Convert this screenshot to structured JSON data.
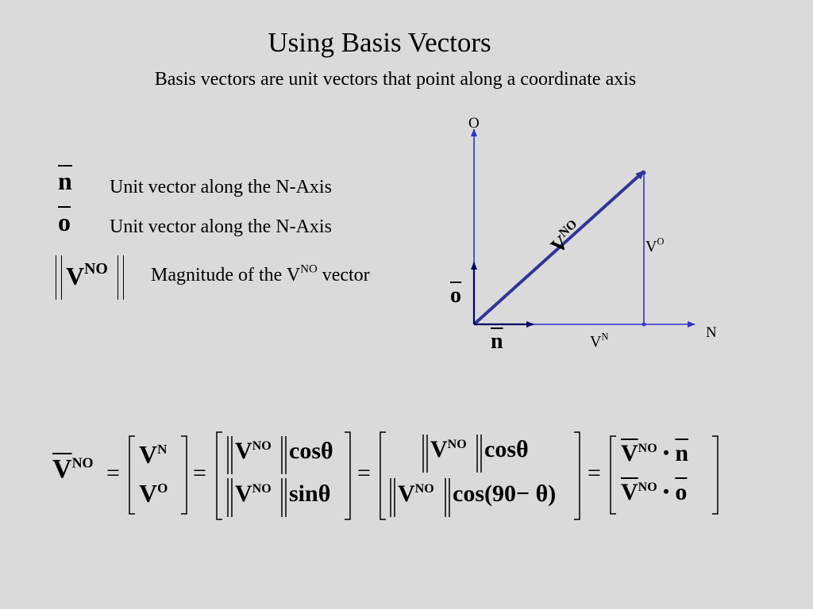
{
  "slide": {
    "title": "Using Basis Vectors",
    "subtitle": "Basis vectors are unit vectors that point along a coordinate axis"
  },
  "legend": {
    "n_symbol": "n",
    "n_desc": "Unit vector along the N-Axis",
    "o_symbol": "o",
    "o_desc": "Unit vector along the N-Axis",
    "mag_symbol": "V",
    "mag_sup": "NO",
    "mag_desc_prefix": "Magnitude of the V",
    "mag_desc_sup": "NO",
    "mag_desc_suffix": " vector"
  },
  "diagram": {
    "o_axis_label": "O",
    "n_axis_label": "N",
    "vector_label": "V",
    "vector_sup": "NO",
    "vo_label": "V",
    "vo_sup": "O",
    "vn_label": "V",
    "vn_sup": "N",
    "o_unit_label": "o",
    "n_unit_label": "n",
    "axis_color": "#3333cc",
    "vector_color": "#333399",
    "unit_color": "#000066"
  },
  "equation": {
    "lhs": "V",
    "lhs_sup": "NO",
    "eq": "=",
    "m1_r1": "V",
    "m1_r1_sup": "N",
    "m1_r2": "V",
    "m1_r2_sup": "O",
    "m2_r1_v": "V",
    "m2_r1_sup": "NO",
    "m2_r1_fn": "cosθ",
    "m2_r2_v": "V",
    "m2_r2_sup": "NO",
    "m2_r2_fn": "sinθ",
    "m3_r1_v": "V",
    "m3_r1_sup": "NO",
    "m3_r1_fn": "cosθ",
    "m3_r2_v": "V",
    "m3_r2_sup": "NO",
    "m3_r2_fn": "cos(90− θ)",
    "m4_r1_v": "V",
    "m4_r1_sup": "NO",
    "m4_r1_dot": "•",
    "m4_r1_u": "n",
    "m4_r2_v": "V",
    "m4_r2_sup": "NO",
    "m4_r2_dot": "•",
    "m4_r2_u": "o"
  }
}
